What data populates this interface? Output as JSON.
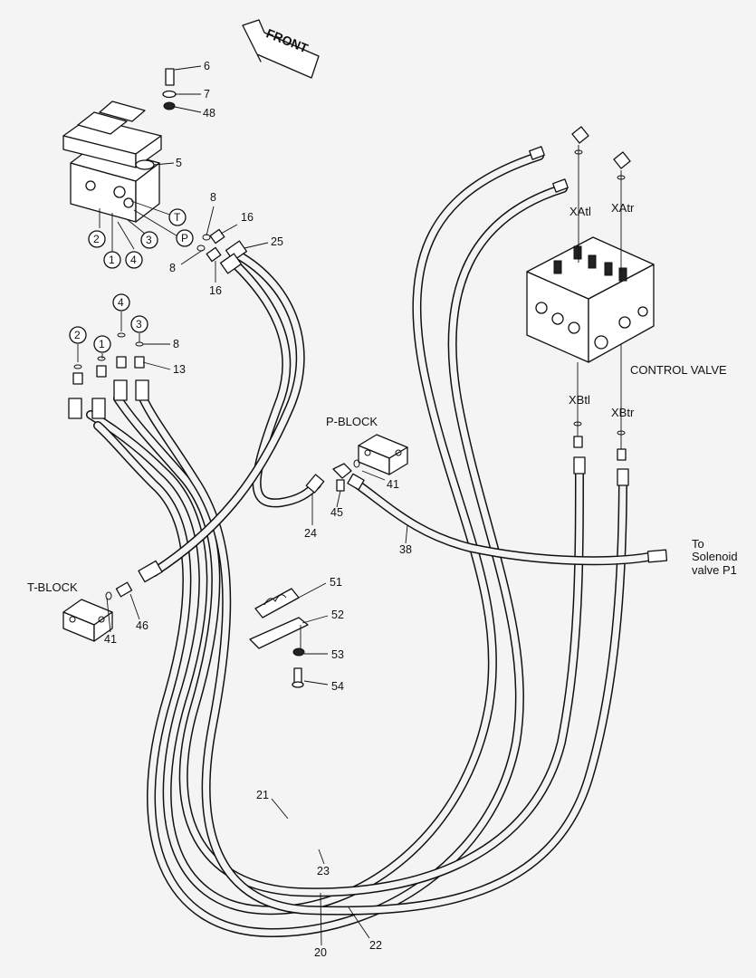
{
  "front_label": "FRONT",
  "callouts": {
    "c6": "6",
    "c7": "7",
    "c48": "48",
    "c5": "5",
    "c8a": "8",
    "c8b": "8",
    "c8c": "8",
    "c16a": "16",
    "c16b": "16",
    "c25": "25",
    "c13": "13",
    "c24": "24",
    "c45": "45",
    "c41a": "41",
    "c41b": "41",
    "c38": "38",
    "c46": "46",
    "c51": "51",
    "c52": "52",
    "c53": "53",
    "c54": "54",
    "c21": "21",
    "c23": "23",
    "c20": "20",
    "c22": "22"
  },
  "port_markers": {
    "pv1": "1",
    "pv2": "2",
    "pv3": "3",
    "pv4": "4",
    "pvT": "T",
    "pvP": "P",
    "ad1": "1",
    "ad2": "2",
    "ad3": "3",
    "ad4": "4"
  },
  "labels": {
    "xatl": "XAtl",
    "xatr": "XAtr",
    "xbtl": "XBtl",
    "xbtr": "XBtr",
    "control_valve": "CONTROL VALVE",
    "p_block": "P-BLOCK",
    "t_block": "T-BLOCK",
    "to_line1": "To",
    "to_line2": "Solenoid",
    "to_line3": "valve P1"
  }
}
